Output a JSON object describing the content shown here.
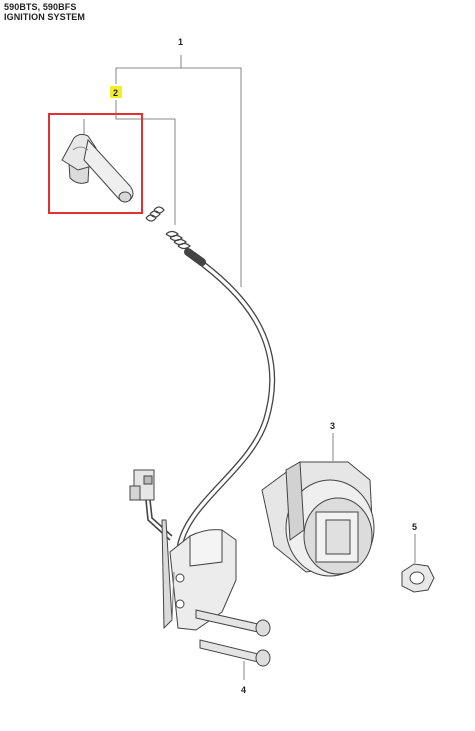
{
  "header": {
    "model": "590BTS, 590BFS",
    "section": "IGNITION SYSTEM"
  },
  "callouts": [
    {
      "id": "1",
      "label": "1"
    },
    {
      "id": "2",
      "label": "2",
      "highlighted": true
    },
    {
      "id": "3",
      "label": "3"
    },
    {
      "id": "4",
      "label": "4"
    },
    {
      "id": "5",
      "label": "5"
    }
  ],
  "parts": {
    "spark_plug_cap": {
      "icon": "spark-plug-cap-icon",
      "callout": "2"
    },
    "spring": {
      "icon": "spring-icon"
    },
    "ignition_cable": {
      "icon": "cable-icon"
    },
    "ignition_module": {
      "icon": "ignition-module-icon",
      "callout": "1"
    },
    "flywheel": {
      "icon": "flywheel-icon",
      "callout": "3"
    },
    "screws": {
      "icon": "screw-icon",
      "callout": "4"
    },
    "nut": {
      "icon": "hex-nut-icon",
      "callout": "5"
    }
  },
  "colors": {
    "highlight_box": "#e03030",
    "callout_marker": "#f2ee2a",
    "line": "#555555",
    "part_fill": "#e8e8e8"
  }
}
